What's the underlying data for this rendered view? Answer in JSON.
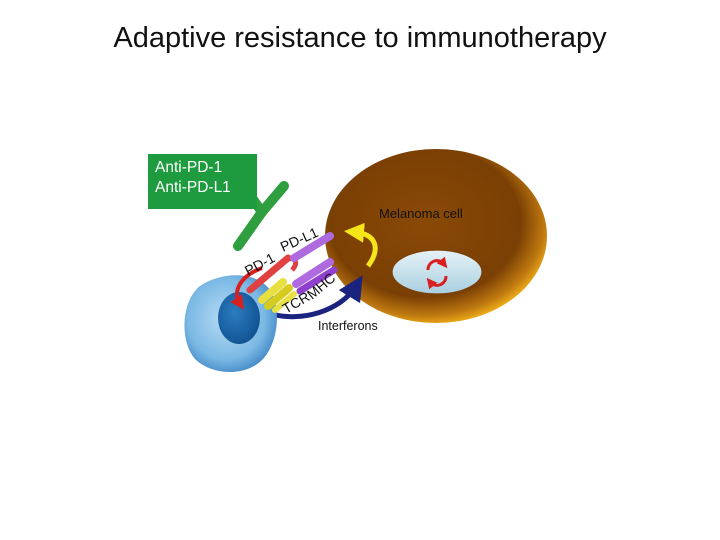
{
  "title": "Adaptive resistance to immunotherapy",
  "drug_box": {
    "line1": "Anti-PD-1",
    "line2": "Anti-PD-L1"
  },
  "labels": {
    "melanoma_cell": "Melanoma cell",
    "pd1": "PD-1",
    "pdl1": "PD-L1",
    "mhc": "MHC",
    "tcr": "TCR",
    "interferons": "Interferons"
  },
  "colors": {
    "antibody": "#2e9e3e",
    "melanoma_cell": "#8a4a06",
    "t_cell": "#5a9cd0",
    "t_cell_nucleus": "#1a64a8",
    "pd1": "#e04040",
    "pdl1": "#9a4ad0",
    "tcr": "#e8e040",
    "arrow": "#1a237e",
    "signal_arrow": "#f5e51a"
  }
}
